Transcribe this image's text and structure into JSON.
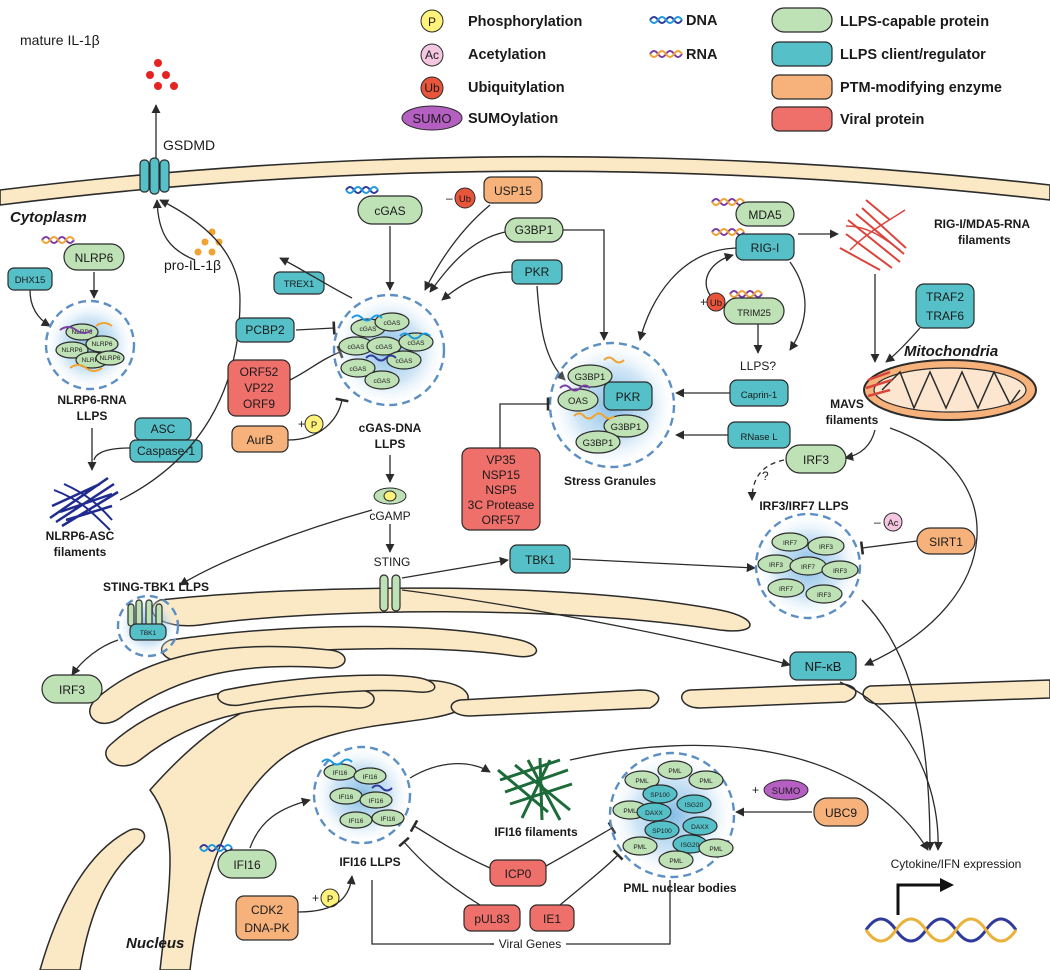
{
  "legend": {
    "phosphorylation": {
      "symbol": "P",
      "label": "Phosphorylation"
    },
    "acetylation": {
      "symbol": "Ac",
      "label": "Acetylation"
    },
    "ubiquitylation": {
      "symbol": "Ub",
      "label": "Ubiquitylation"
    },
    "sumoylation": {
      "symbol": "SUMO",
      "label": "SUMOylation"
    },
    "dna": "DNA",
    "rna": "RNA",
    "llps_capable": "LLPS-capable protein",
    "llps_client": "LLPS client/regulator",
    "ptm_enzyme": "PTM-modifying enzyme",
    "viral_protein": "Viral protein"
  },
  "compartments": {
    "cytoplasm": "Cytoplasm",
    "nucleus": "Nucleus",
    "mitochondria": "Mitochondria"
  },
  "inflammasome": {
    "mature_il1b": "mature IL-1β",
    "gsdmd": "GSDMD",
    "pro_il1b": "pro-IL-1β",
    "nlrp6": "NLRP6",
    "dhx15": "DHX15",
    "nlrp6_small": "NLRP6",
    "droplet_label_1": "NLRP6-RNA",
    "droplet_label_2": "LLPS",
    "asc": "ASC",
    "caspase1": "Caspase-1",
    "filaments_1": "NLRP6-ASC",
    "filaments_2": "filaments"
  },
  "cgas": {
    "cgas": "cGAS",
    "cgas_small": "cGAS",
    "usp15": "USP15",
    "ub": "Ub",
    "trex1": "TREX1",
    "pcbp2": "PCBP2",
    "orf52": "ORF52",
    "vp22": "VP22",
    "orf9": "ORF9",
    "aurb": "AurB",
    "p": "P",
    "plus": "+",
    "minus": "–",
    "droplet_label_1": "cGAS-DNA",
    "droplet_label_2": "LLPS",
    "cgamp": "cGAMP",
    "sting": "STING",
    "sting_tbk1": "STING-TBK1 LLPS",
    "tbk1_small": "TBK1",
    "irf3": "IRF3",
    "tbk1": "TBK1",
    "nfkb": "NF-κB"
  },
  "stress_granules": {
    "g3bp1": "G3BP1",
    "pkr": "PKR",
    "oas": "OAS",
    "caprin1": "Caprin-1",
    "rnase_l": "RNase L",
    "llps_q": "LLPS?",
    "label": "Stress Granules",
    "viral": [
      "VP35",
      "NSP15",
      "NSP5",
      "3C Protease",
      "ORF57"
    ]
  },
  "rlr": {
    "mda5": "MDA5",
    "rig_i": "RIG-I",
    "trim25": "TRIM25",
    "filaments_1": "RIG-I/MDA5-RNA",
    "filaments_2": "filaments",
    "traf2": "TRAF2",
    "traf6": "TRAF6",
    "mavs_1": "MAVS",
    "mavs_2": "filaments",
    "irf3": "IRF3",
    "q": "?",
    "irf_llps": "IRF3/IRF7 LLPS",
    "sirt1": "SIRT1",
    "ac": "Ac",
    "irf7": "IRF7",
    "irf3_small": "IRF3"
  },
  "nuclear": {
    "ifi16": "IFI16",
    "ifi16_small": "IFI16",
    "ifi16_llps": "IFI16 LLPS",
    "ifi16_filaments": "IFI16 filaments",
    "cdk2": "CDK2",
    "dnapk": "DNA-PK",
    "icp0": "ICP0",
    "pul83": "pUL83",
    "ie1": "IE1",
    "viral_genes": "Viral Genes",
    "pml": "PML",
    "sp100": "SP100",
    "daxx": "DAXX",
    "isg20": "ISG20",
    "pml_bodies": "PML nuclear bodies",
    "sumo": "SUMO",
    "ubc9": "UBC9",
    "cytokine": "Cytokine/IFN expression"
  },
  "colors": {
    "llps_capable": "#bfe1b6",
    "llps_client": "#56c0c8",
    "ptm_enzyme": "#f6b27a",
    "viral_protein": "#ef6f6a",
    "droplet_border": "#5c8fc4",
    "membrane": "#fbe8c4",
    "dna_strand_1": "#2f3b9a",
    "dna_strand_2": "#e9b23a"
  },
  "icons": {
    "dna": "dna-helix-icon",
    "rna": "rna-strand-icon",
    "filament": "filament-bundle-icon",
    "mitochondrion": "mitochondrion-icon",
    "gene": "gene-promoter-arrow-icon"
  }
}
